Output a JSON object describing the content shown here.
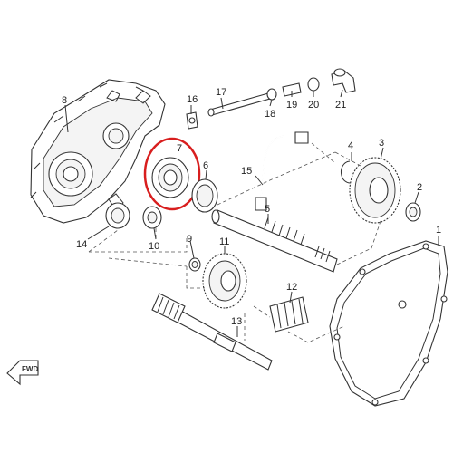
{
  "parts": [
    {
      "id": "1",
      "label": "1"
    },
    {
      "id": "2",
      "label": "2"
    },
    {
      "id": "3",
      "label": "3"
    },
    {
      "id": "4",
      "label": "4"
    },
    {
      "id": "5",
      "label": "5"
    },
    {
      "id": "6",
      "label": "6"
    },
    {
      "id": "7",
      "label": "7"
    },
    {
      "id": "8",
      "label": "8"
    },
    {
      "id": "9",
      "label": "9"
    },
    {
      "id": "10",
      "label": "10"
    },
    {
      "id": "11",
      "label": "11"
    },
    {
      "id": "12",
      "label": "12"
    },
    {
      "id": "13",
      "label": "13"
    },
    {
      "id": "14",
      "label": "14"
    },
    {
      "id": "15",
      "label": "15"
    },
    {
      "id": "16",
      "label": "16"
    },
    {
      "id": "17",
      "label": "17"
    },
    {
      "id": "18",
      "label": "18"
    },
    {
      "id": "19",
      "label": "19"
    },
    {
      "id": "20",
      "label": "20"
    },
    {
      "id": "21",
      "label": "21"
    }
  ],
  "highlight": {
    "part": "7",
    "color": "#d81e1e"
  },
  "direction_marker": {
    "text": "FWD"
  }
}
